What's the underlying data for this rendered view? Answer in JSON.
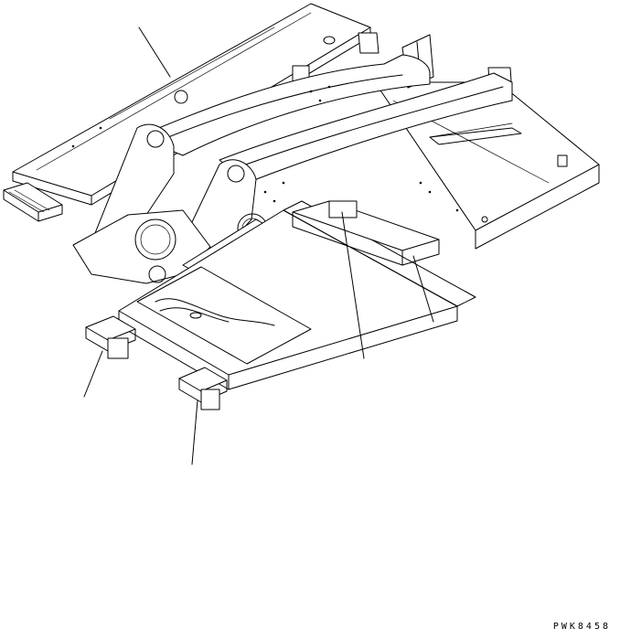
{
  "drawing": {
    "code": "PWK8458"
  },
  "colors": {
    "line": "#000000",
    "background": "#ffffff"
  },
  "callouts": [
    {
      "id": "frame-main"
    },
    {
      "id": "front-left-mount"
    },
    {
      "id": "front-right-mount"
    },
    {
      "id": "center-mount-plate"
    },
    {
      "id": "rear-right-bracket"
    }
  ]
}
